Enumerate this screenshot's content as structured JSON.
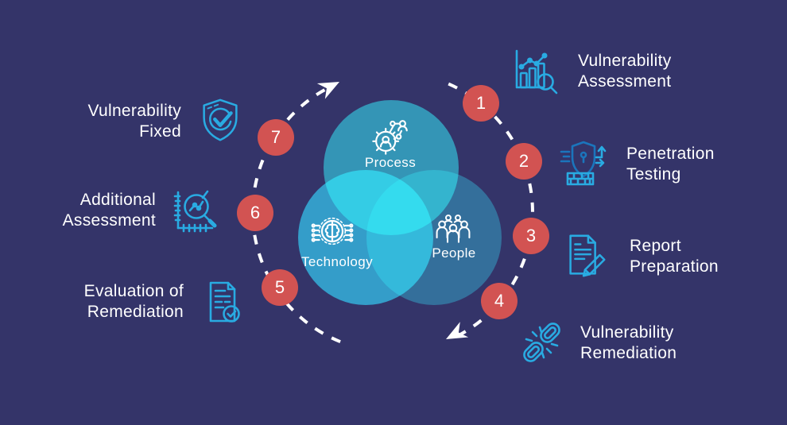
{
  "colors": {
    "background": "#343469",
    "accent_blue": "#29ABE2",
    "accent_dark_blue": "#1B75BC",
    "badge_red": "#D25352",
    "text": "#FFFFFF",
    "venn_process": "#007A83",
    "venn_technology": "#0084A3",
    "venn_people": "#004A55"
  },
  "venn": {
    "process_label": "Process",
    "technology_label": "Technology",
    "people_label": "People",
    "process_icon": "gear-person-network-icon",
    "technology_icon": "brain-chip-icon",
    "people_icon": "people-group-icon"
  },
  "cycle": {
    "direction": "clockwise",
    "arrow_icon": "dart-arrow-icon"
  },
  "steps": [
    {
      "number": "1",
      "line1": "Vulnerability",
      "line2": "Assessment",
      "icon": "bar-chart-magnifier-icon",
      "side": "right"
    },
    {
      "number": "2",
      "line1": "Penetration",
      "line2": "Testing",
      "icon": "shield-firewall-icon",
      "side": "right"
    },
    {
      "number": "3",
      "line1": "Report",
      "line2": "Preparation",
      "icon": "document-pencil-icon",
      "side": "right"
    },
    {
      "number": "4",
      "line1": "Vulnerability",
      "line2": "Remediation",
      "icon": "broken-chain-icon",
      "side": "right"
    },
    {
      "number": "5",
      "line1": "Evaluation of",
      "line2": "Remediation",
      "icon": "document-check-icon",
      "side": "left"
    },
    {
      "number": "6",
      "line1": "Additional",
      "line2": "Assessment",
      "icon": "magnifier-chart-icon",
      "side": "left"
    },
    {
      "number": "7",
      "line1": "Vulnerability",
      "line2": "Fixed",
      "icon": "shield-check-icon",
      "side": "left"
    }
  ]
}
